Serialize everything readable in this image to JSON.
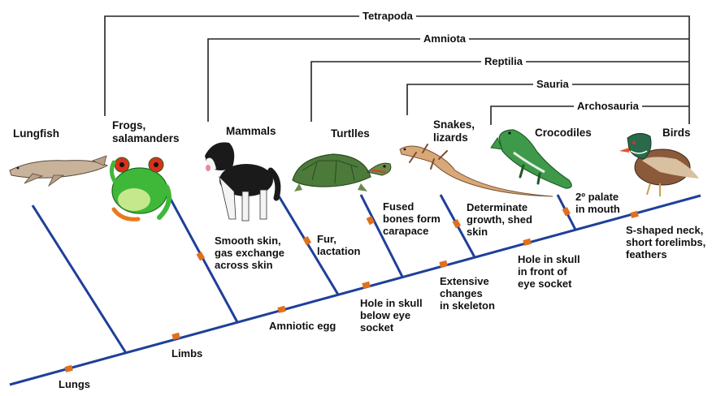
{
  "groups": {
    "tetrapoda": "Tetrapoda",
    "amniota": "Amniota",
    "reptilia": "Reptilia",
    "sauria": "Sauria",
    "archosauria": "Archosauria"
  },
  "taxa": {
    "lungfish": "Lungfish",
    "frogs": "Frogs,\nsalamanders",
    "mammals": "Mammals",
    "turtles": "Turtlles",
    "snakes": "Snakes,\nlizards",
    "crocodiles": "Crocodiles",
    "birds": "Birds"
  },
  "traits": {
    "lungs": "Lungs",
    "limbs": "Limbs",
    "smooth_skin": "Smooth skin,\ngas exchange\nacross skin",
    "amniotic_egg": "Amniotic egg",
    "fur": "Fur,\nlactation",
    "hole_below": "Hole in skull\nbelow eye\nsocket",
    "fused_bones": "Fused\nbones form\ncarapace",
    "extensive": "Extensive\nchanges\nin skeleton",
    "determinate": "Determinate\ngrowth, shed\nskin",
    "hole_front": "Hole in skull\nin front of\neye socket",
    "palate": "2º palate\nin mouth",
    "s_neck": "S-shaped neck,\nshort forelimbs,\nfeathers"
  },
  "colors": {
    "branch": "#1f3f99",
    "marker": "#e0701c",
    "bracket": "#222222"
  }
}
